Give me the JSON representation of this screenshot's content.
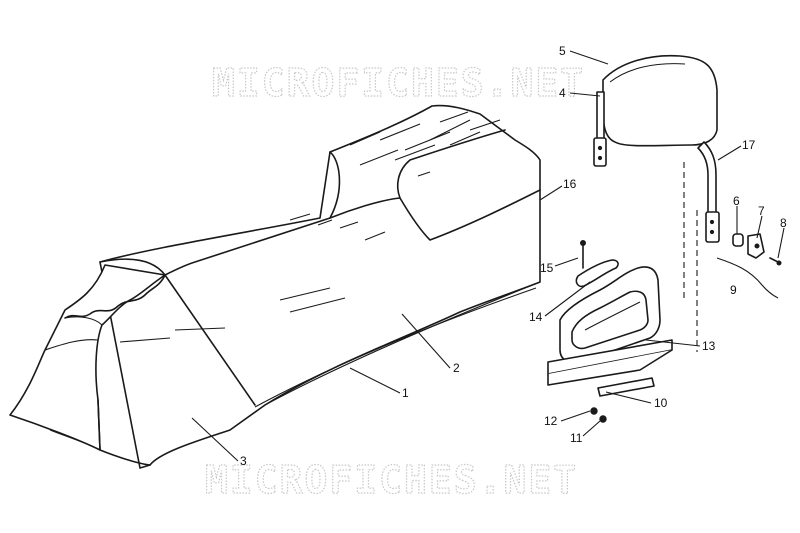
{
  "watermark": {
    "top": "MICROFICHES.NET",
    "bottom": "MICROFICHES.NET"
  },
  "callouts": {
    "c1": "1",
    "c2": "2",
    "c3": "3",
    "c4": "4",
    "c5": "5",
    "c6": "6",
    "c7": "7",
    "c8": "8",
    "c9": "9",
    "c10": "10",
    "c11": "11",
    "c12": "12",
    "c13": "13",
    "c14": "14",
    "c15": "15",
    "c16": "16",
    "c17": "17"
  }
}
